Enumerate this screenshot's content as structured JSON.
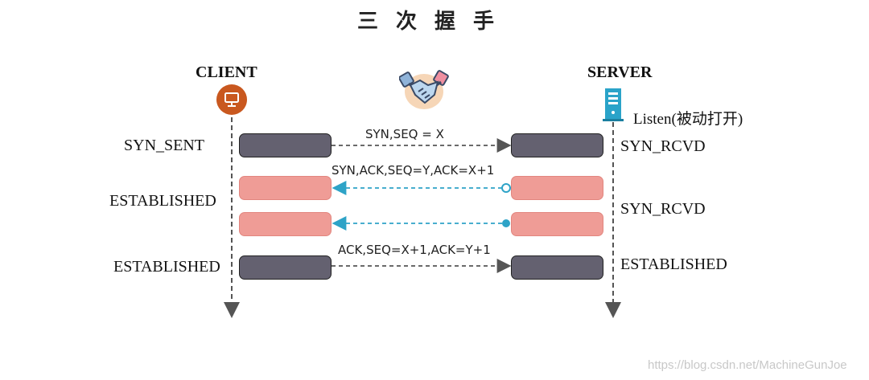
{
  "title": "三次握手",
  "client": {
    "label": "CLIENT",
    "icon": "monitor-icon"
  },
  "server": {
    "label": "SERVER",
    "icon": "server-icon",
    "note": "Listen(被动打开)"
  },
  "center_icon": "handshake-icon",
  "client_states": [
    "SYN_SENT",
    "ESTABLISHED",
    "ESTABLISHED"
  ],
  "server_states": [
    "SYN_RCVD",
    "SYN_RCVD",
    "ESTABLISHED"
  ],
  "messages": [
    {
      "text": "SYN,SEQ = X",
      "direction": "client-to-server"
    },
    {
      "text": "SYN,ACK,SEQ=Y,ACK=X+1",
      "direction": "server-to-client"
    },
    {
      "text": "",
      "direction": "server-to-client"
    },
    {
      "text": "ACK,SEQ=X+1,ACK=Y+1",
      "direction": "client-to-server"
    }
  ],
  "colors": {
    "dark_box": "#646170",
    "pink_box": "#ef9c96",
    "arrow_gray": "#555555",
    "arrow_teal": "#2ea3c7",
    "client_icon": "#c9581f",
    "server_icon": "#2aa3c9"
  },
  "watermark": "https://blog.csdn.net/MachineGunJoe"
}
